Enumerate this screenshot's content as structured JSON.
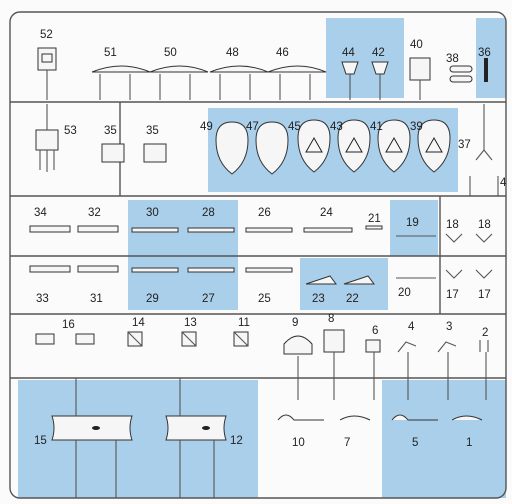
{
  "diagram": {
    "accent_blue": "#a9cfeb",
    "labels": {
      "p52": "52",
      "p51": "51",
      "p50": "50",
      "p48": "48",
      "p46": "46",
      "p44": "44",
      "p42": "42",
      "p40": "40",
      "p38": "38",
      "p36": "36",
      "p53": "53",
      "p35a": "35",
      "p35b": "35",
      "p49": "49",
      "p47": "47",
      "p45": "45",
      "p43": "43",
      "p41": "41",
      "p39": "39",
      "p37": "37",
      "p4x": "4",
      "p34": "34",
      "p32": "32",
      "p30": "30",
      "p28": "28",
      "p26": "26",
      "p24": "24",
      "p21": "21",
      "p19": "19",
      "p18a": "18",
      "p18b": "18",
      "p33": "33",
      "p31": "31",
      "p29": "29",
      "p27": "27",
      "p25": "25",
      "p23": "23",
      "p22": "22",
      "p20": "20",
      "p17a": "17",
      "p17b": "17",
      "p16": "16",
      "p14": "14",
      "p13": "13",
      "p11": "11",
      "p9": "9",
      "p8": "8",
      "p6": "6",
      "p4": "4",
      "p3": "3",
      "p2": "2",
      "p15": "15",
      "p12": "12",
      "p10": "10",
      "p7": "7",
      "p5": "5",
      "p1": "1"
    }
  }
}
